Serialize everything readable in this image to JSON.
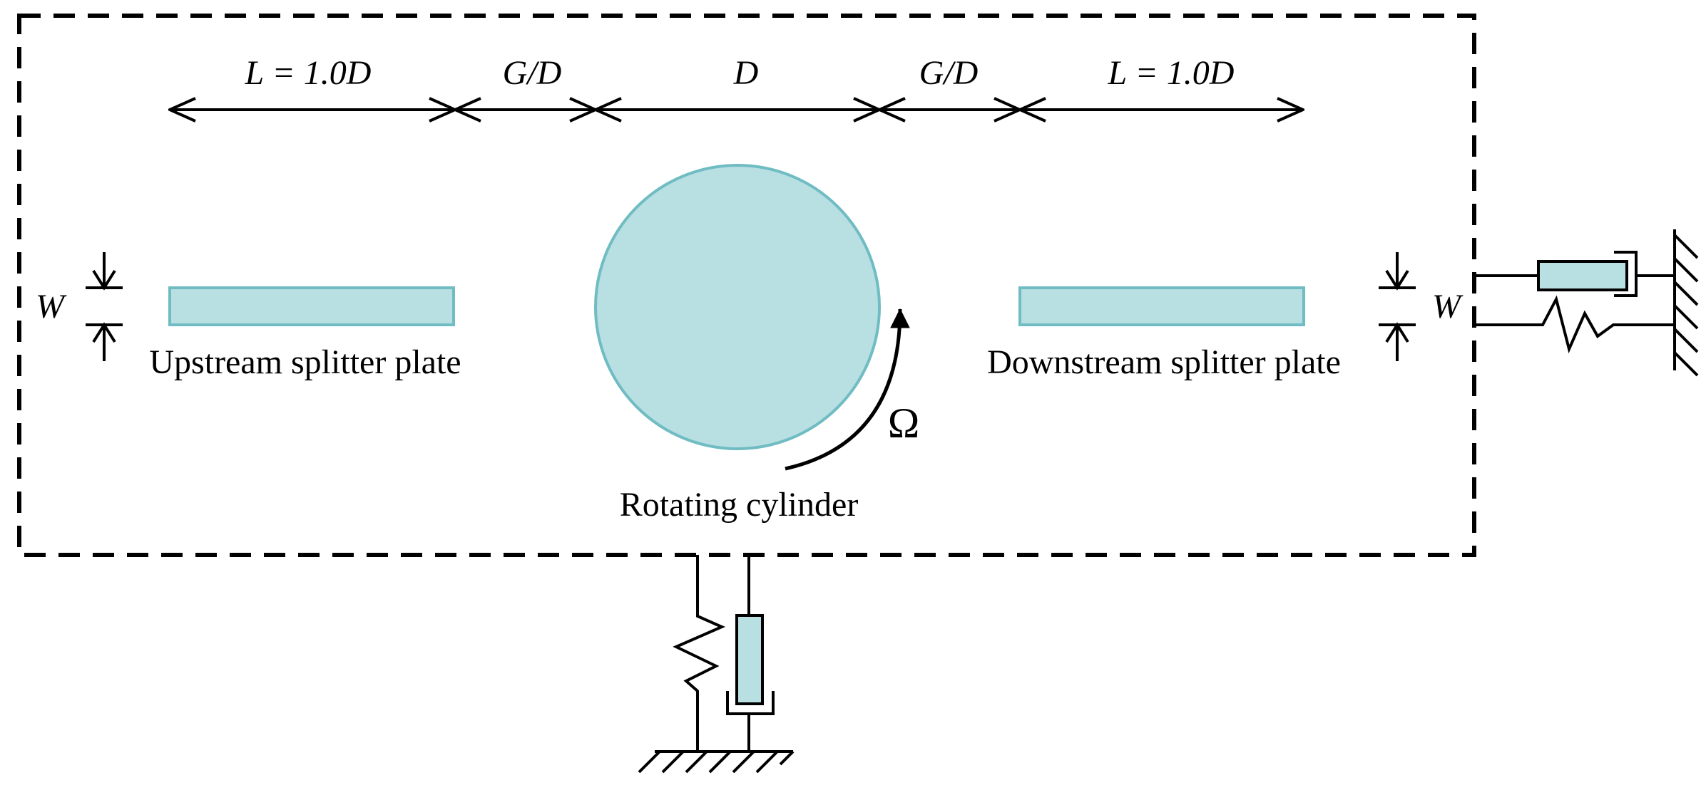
{
  "colors": {
    "body_fill": "#b8dfe2",
    "body_stroke": "#6fbcc2",
    "line": "#000000"
  },
  "dimensions": {
    "upstream_length": "L = 1.0D",
    "gap_left": "G/D",
    "diameter": "D",
    "gap_right": "G/D",
    "downstream_length": "L = 1.0D",
    "plate_width_left": "W",
    "plate_width_right": "W"
  },
  "labels": {
    "upstream_plate": "Upstream splitter plate",
    "downstream_plate": "Downstream splitter plate",
    "cylinder": "Rotating cylinder",
    "rotation_symbol": "Ω"
  },
  "icons": {
    "horizontal_support": "spring-damper-icon",
    "vertical_support": "spring-damper-icon",
    "wall": "ground-hatch-icon",
    "floor": "ground-hatch-icon"
  }
}
